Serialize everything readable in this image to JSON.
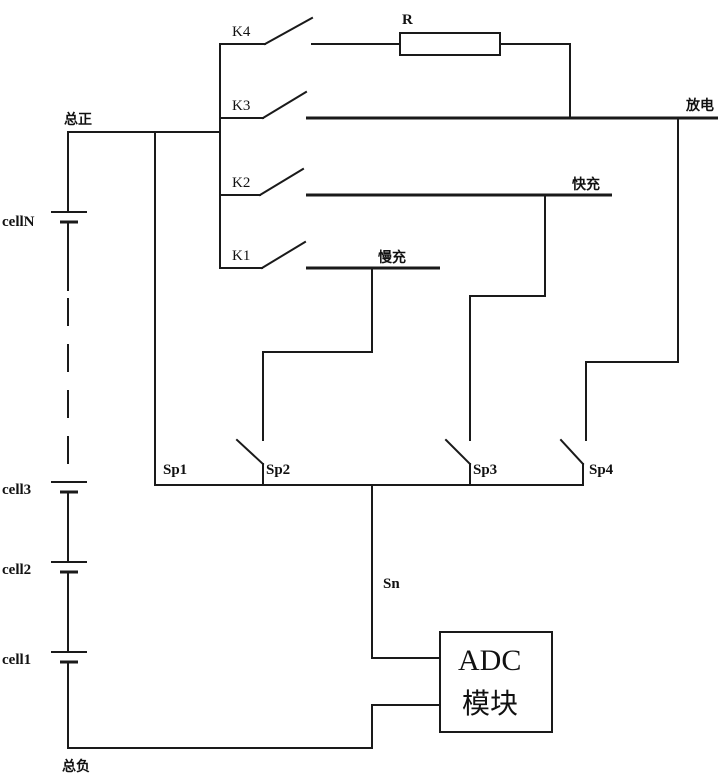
{
  "labels": {
    "total_positive": "总正",
    "total_negative": "总负",
    "cell_n": "cellN",
    "cell3": "cell3",
    "cell2": "cell2",
    "cell1": "cell1",
    "k1": "K1",
    "k2": "K2",
    "k3": "K3",
    "k4": "K4",
    "resistor": "R",
    "discharge": "放电",
    "fast_charge": "快充",
    "slow_charge": "慢充",
    "sp1": "Sp1",
    "sp2": "Sp2",
    "sp3": "Sp3",
    "sp4": "Sp4",
    "sn": "Sn",
    "adc_line1": "ADC",
    "adc_line2": "模块"
  }
}
